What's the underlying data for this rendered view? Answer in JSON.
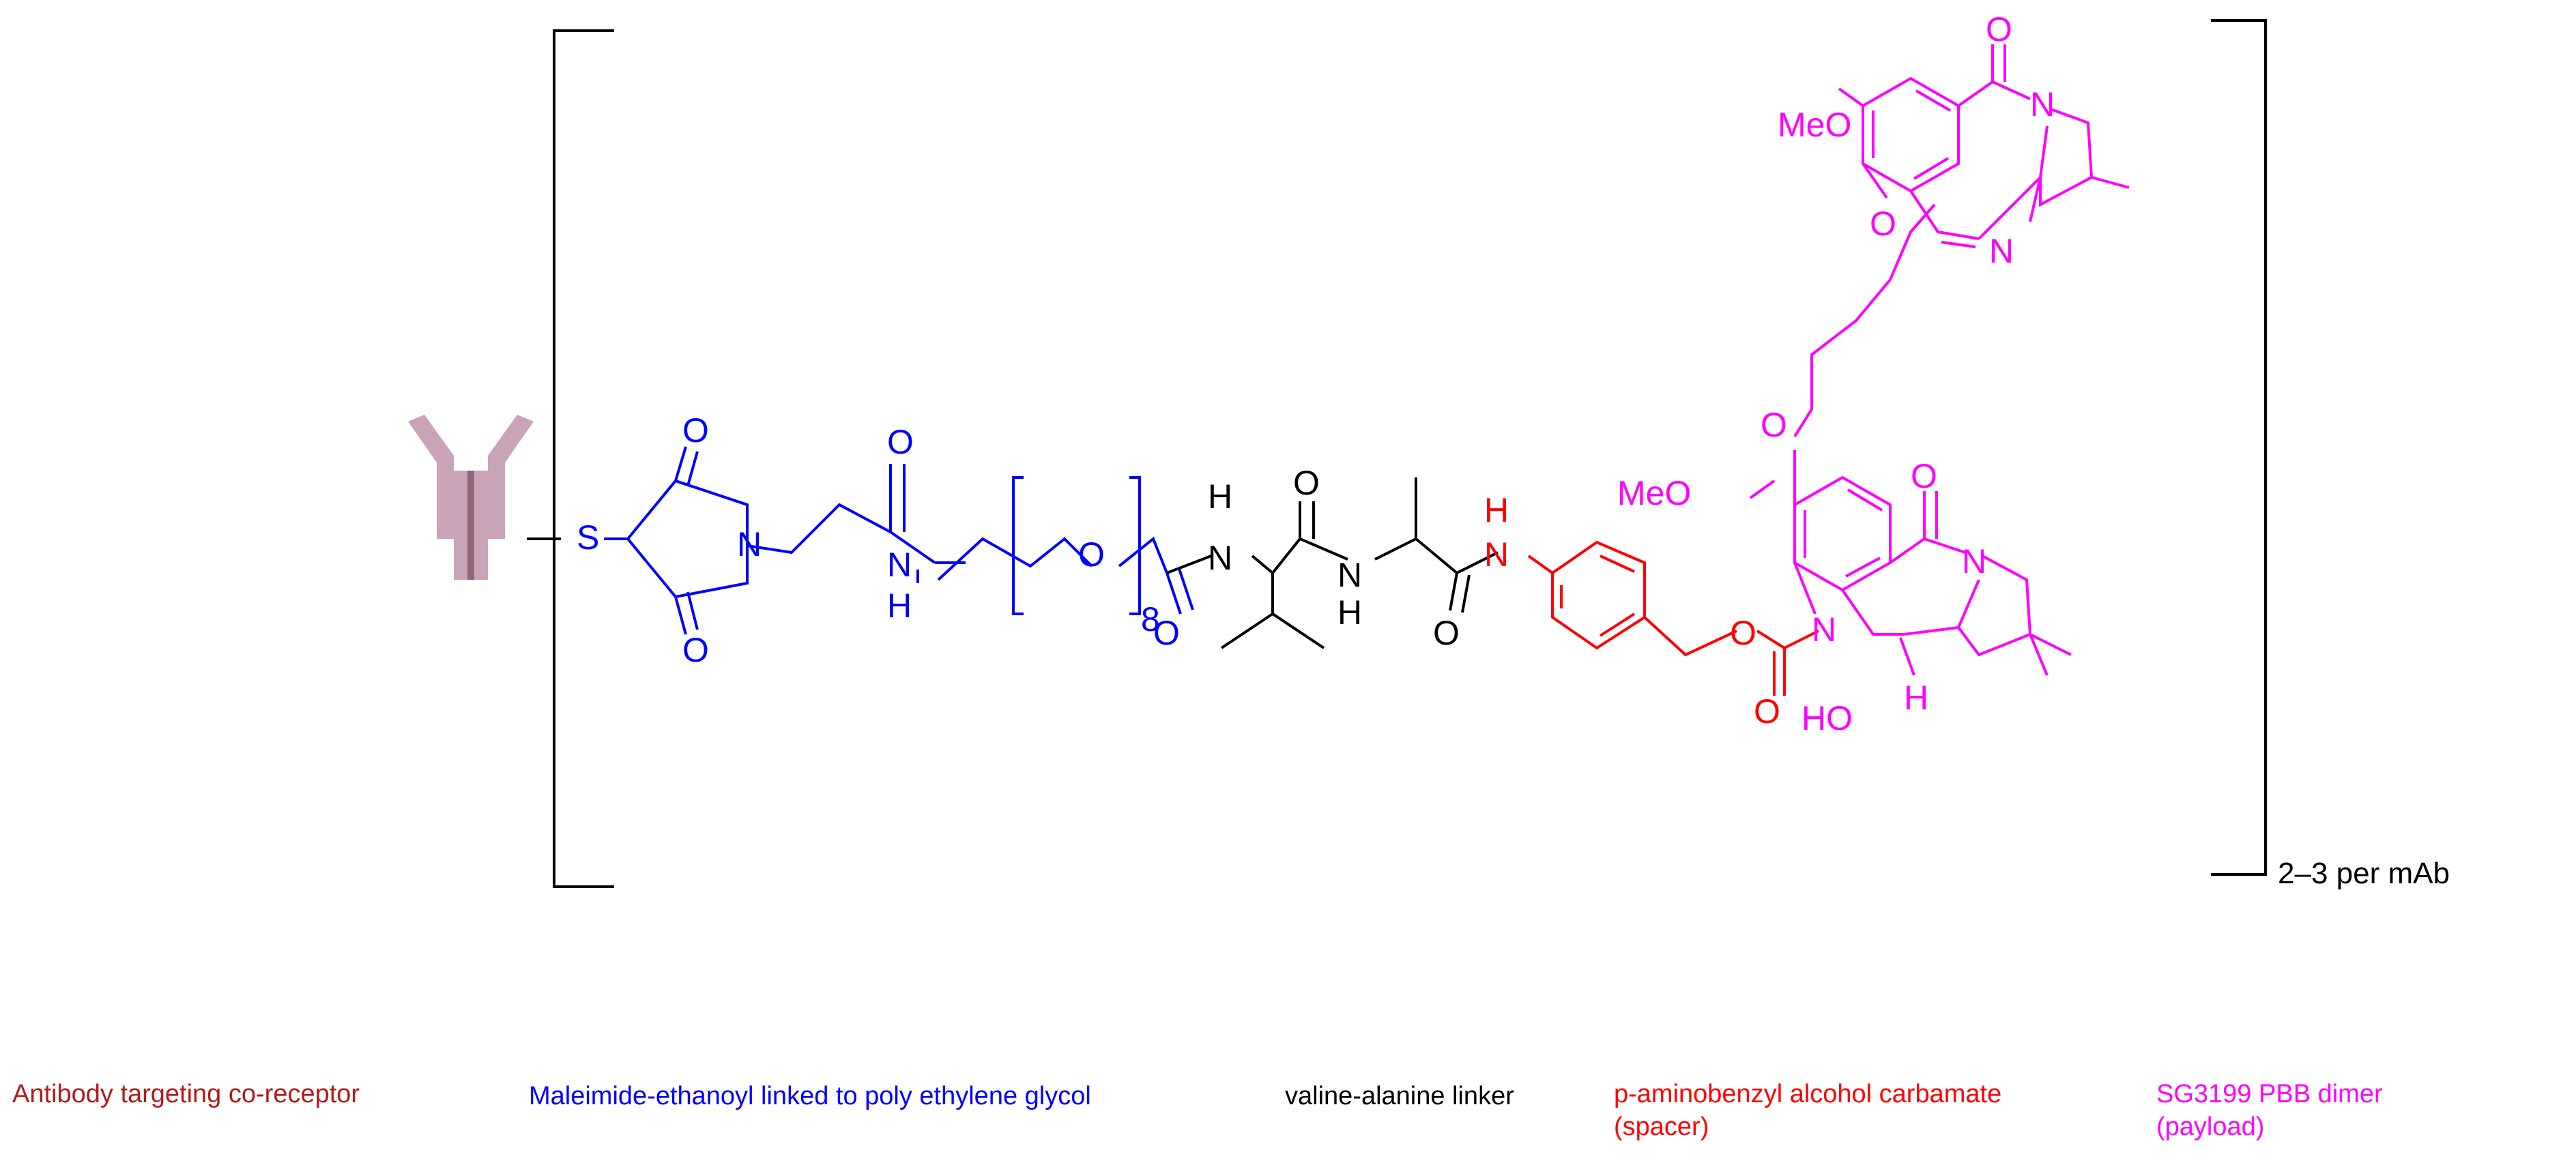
{
  "colors": {
    "antibody": "#b01c1c",
    "peg": "#0000ff",
    "valala": "#000000",
    "spacer": "#ff0000",
    "payload": "#ff00ff",
    "antibody_icon": "#c9a3b7",
    "antibody_icon_dark": "#8f6779"
  },
  "icons": {
    "antibody": "antibody-y-icon"
  },
  "labels": {
    "S": "S",
    "N": "N",
    "O": "O",
    "H": "H",
    "NH": "NH",
    "MeO": "MeO",
    "HO": "HO",
    "peg_repeat": "8",
    "loading": "2–3 per mAb"
  },
  "legend": [
    {
      "line1": "Antibody targeting co-receptor",
      "line2": ""
    },
    {
      "line1": "Maleimide-ethanoyl linked to poly ethylene glycol",
      "line2": ""
    },
    {
      "line1": "valine-alanine linker",
      "line2": ""
    },
    {
      "line1": "p-aminobenzyl alcohol carbamate",
      "line2": "(spacer)"
    },
    {
      "line1": "SG3199 PBB dimer",
      "line2": "(payload)"
    }
  ]
}
